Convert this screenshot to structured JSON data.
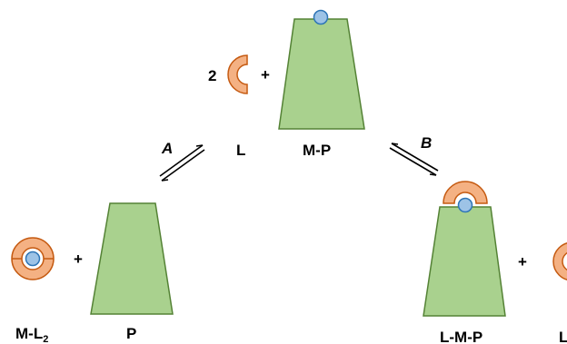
{
  "labels": {
    "stoich": "2",
    "plus": "+",
    "ligand": "L",
    "metal_protein": "M-P",
    "pathway_a": "A",
    "pathway_b": "B",
    "complex_ml2_main": "M-L",
    "complex_ml2_sub": "2",
    "protein": "P",
    "ternary": "L-M-P",
    "cut_off_label": "L"
  },
  "colors": {
    "protein_fill": "#a9d18e",
    "protein_stroke": "#548235",
    "ligand_fill": "#f4b183",
    "ligand_stroke": "#c55a11",
    "metal_fill": "#9dc3e6",
    "metal_stroke": "#2e75b6",
    "arrow": "#000000"
  }
}
